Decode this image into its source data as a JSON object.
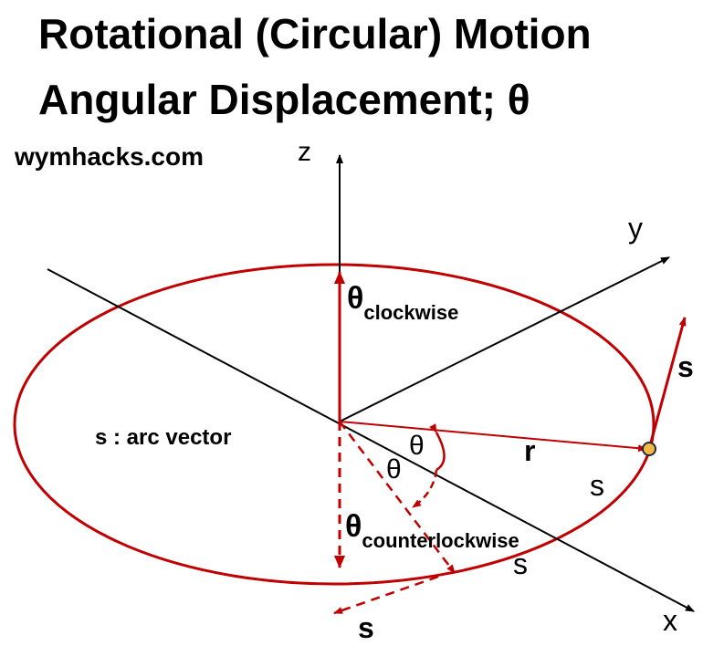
{
  "title_line1": "Rotational (Circular) Motion",
  "title_line2": "Angular Displacement; θ",
  "site": "wymhacks.com",
  "axes": {
    "z": "z",
    "y": "y",
    "x": "x"
  },
  "labels": {
    "theta_symbol": "θ",
    "clockwise_sub": "clockwise",
    "counter_sub": "counterlockwise",
    "arc_vector": "s : arc vector",
    "theta1": "θ",
    "theta2": "θ",
    "r": "r",
    "s_arc1": "s",
    "s_arc2": "s",
    "s_vec1": "s",
    "s_vec2": "s"
  },
  "colors": {
    "red": "#C00000",
    "point": "#F4B942"
  }
}
